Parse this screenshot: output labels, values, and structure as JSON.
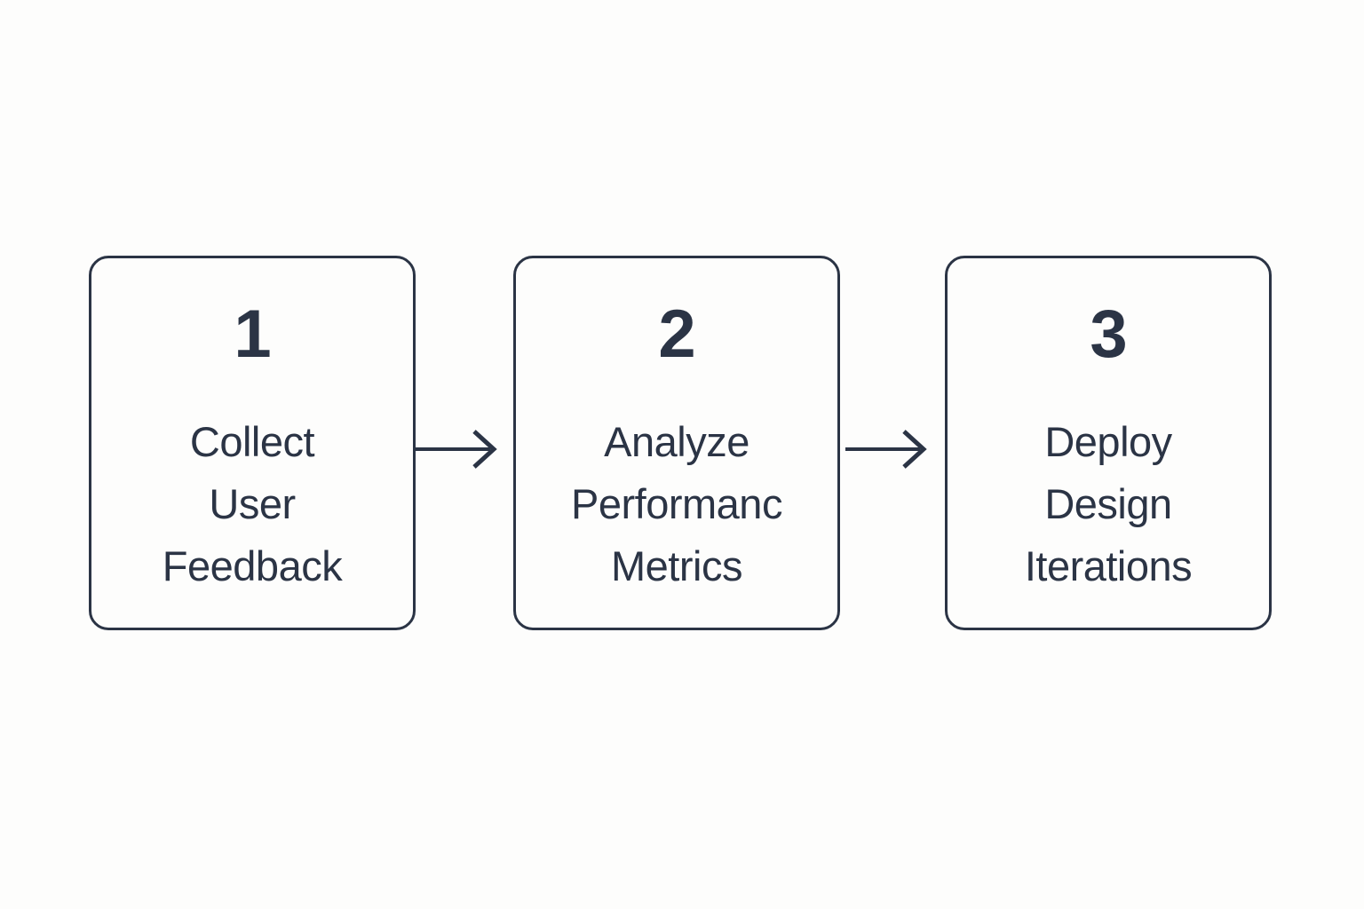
{
  "diagram": {
    "type": "horizontal-process-flow",
    "orientation": "left-to-right",
    "step_count": 3,
    "colors": {
      "stroke": "#2b3445",
      "text": "#2b3445",
      "node_fill": "#fdfdfc",
      "canvas": "#fdfdfc"
    },
    "nodes": [
      {
        "number": "1",
        "label": "Collect\nUser\nFeedback",
        "lines": [
          "Collect",
          "User",
          "Feedback"
        ]
      },
      {
        "number": "2",
        "label": "Analyze\nPerformanc\nMetrics",
        "lines": [
          "Analyze",
          "Performanc",
          "Metrics"
        ]
      },
      {
        "number": "3",
        "label": "Deploy\nDesign\nIterations",
        "lines": [
          "Deploy",
          "Design",
          "Iterations"
        ]
      }
    ],
    "connectors": [
      {
        "from": "1",
        "to": "2",
        "style": "arrow-right"
      },
      {
        "from": "2",
        "to": "3",
        "style": "arrow-right"
      }
    ]
  }
}
